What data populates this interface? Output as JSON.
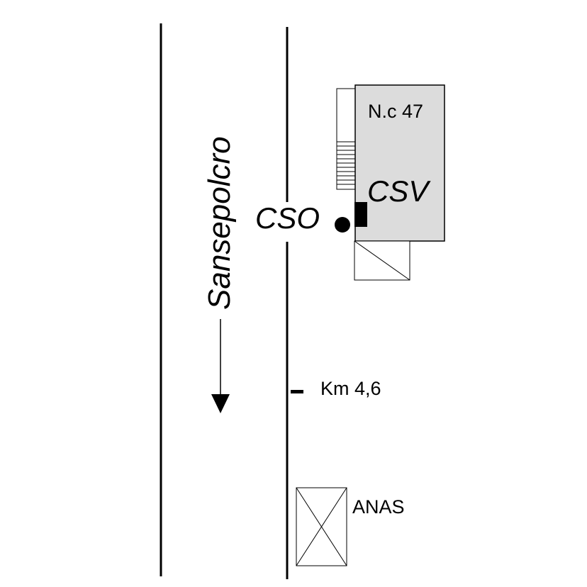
{
  "direction_label": "Sansepolcro",
  "building": {
    "number_label": "N.c 47",
    "code_label": "CSV"
  },
  "point_label": "CSO",
  "kilometer_label": "Km 4,6",
  "anas_label": "ANAS",
  "colors": {
    "ink": "#000000",
    "building_fill": "#dcdcdc",
    "background": "#ffffff"
  }
}
